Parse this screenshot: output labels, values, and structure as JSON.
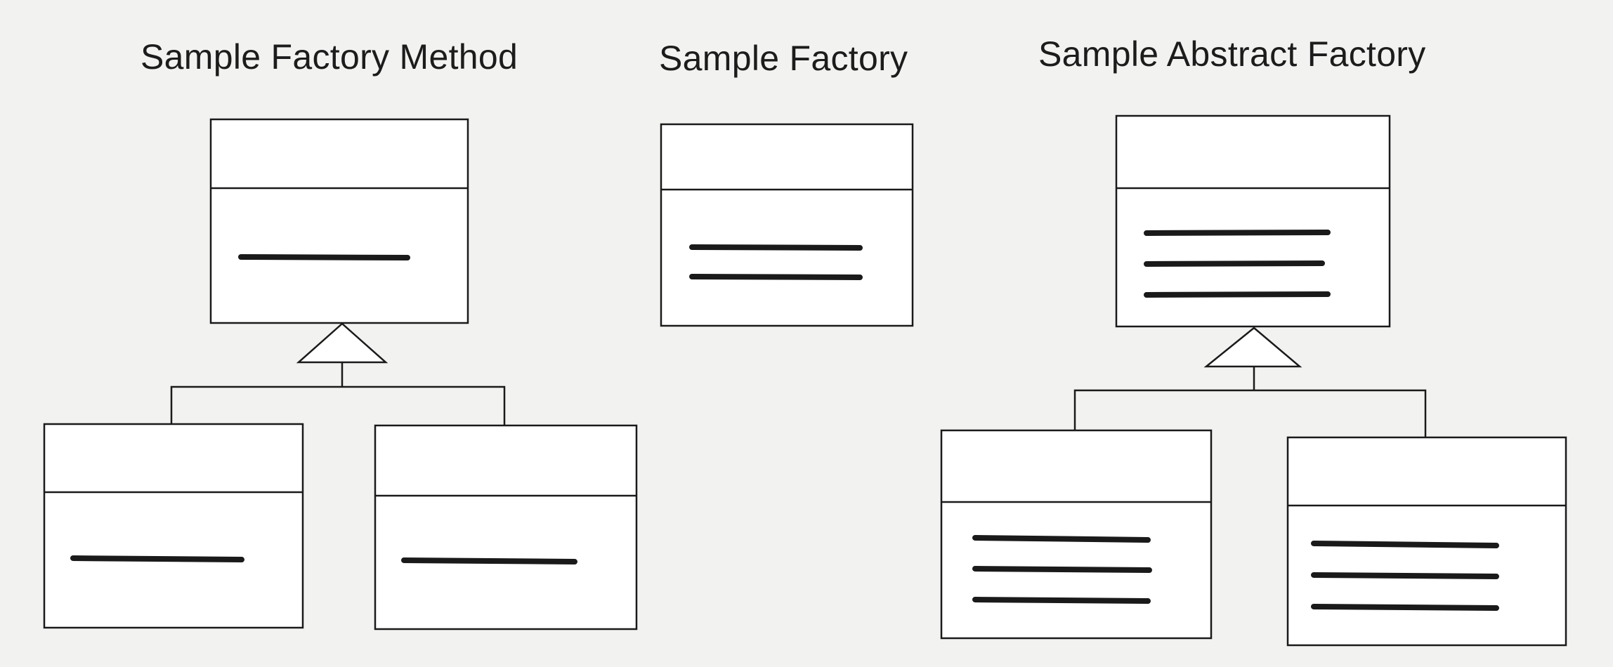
{
  "titles": {
    "factory_method": "Sample Factory Method",
    "factory": "Sample Factory",
    "abstract_factory": "Sample Abstract Factory"
  },
  "colors": {
    "background": "#f2f2f1",
    "ink": "#1a1a1a",
    "box_fill": "#ffffff"
  }
}
